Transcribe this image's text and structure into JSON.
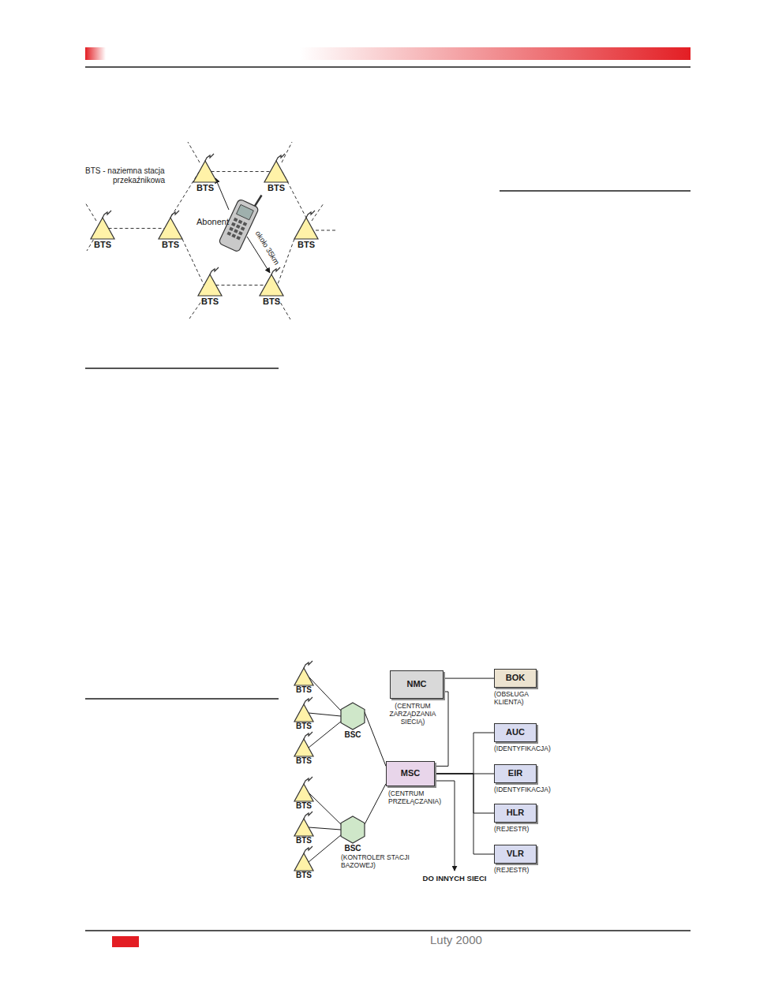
{
  "diagram": {
    "nodes": [
      {
        "text": [
          "BTS"
        ]
      },
      {
        "text": [
          "BTS"
        ]
      },
      {
        "text": [
          "BTS"
        ]
      },
      {
        "text": [
          "BTS"
        ]
      },
      {
        "text": [
          "BTS"
        ]
      },
      {
        "text": [
          "BTS"
        ]
      },
      {
        "text": [
          "BTS"
        ]
      },
      {
        "text": [
          "NMC",
          "(CENTRUM ZARZĄDZANIA SIECIĄ)"
        ]
      },
      {
        "text": [
          "BOK",
          "(OBSŁUGA KLIENTA)"
        ]
      },
      {
        "text": [
          "BTS"
        ]
      },
      {
        "text": [
          "BTS"
        ]
      },
      {
        "text": [
          "BTS"
        ]
      },
      {
        "text": [
          "BSC"
        ]
      },
      {
        "text": [
          "MSC",
          "(CENTRUM PRZEŁĄCZANIA)"
        ]
      },
      {
        "text": [
          "AUC",
          "(IDENTYFIKACJA)"
        ]
      },
      {
        "text": [
          "EIR",
          "(IDENTYFIKACJA)"
        ]
      },
      {
        "text": [
          "HLR",
          "(REJESTR)"
        ]
      },
      {
        "text": [
          "VLR",
          "(REJESTR)"
        ]
      },
      {
        "text": [
          "BTS"
        ]
      },
      {
        "text": [
          "BTS"
        ]
      },
      {
        "text": [
          "BTS"
        ]
      },
      {
        "text": [
          "BSC",
          "(KONTROLER STACJI BAZOWEJ)"
        ]
      }
    ],
    "edges": [
      {
        "from": 0,
        "to": 1,
        "arrow": "none"
      },
      {
        "from": 2,
        "to": 3,
        "arrow": "none"
      },
      {
        "from": 0,
        "to": 3,
        "arrow": "none"
      },
      {
        "from": 1,
        "to": 4,
        "arrow": "none"
      },
      {
        "from": 3,
        "to": 5,
        "arrow": "none"
      },
      {
        "from": 4,
        "to": 6,
        "arrow": "none"
      },
      {
        "from": 5,
        "to": 6,
        "arrow": "none"
      },
      {
        "from": 9,
        "to": 12,
        "arrow": "none"
      },
      {
        "from": 10,
        "to": 12,
        "arrow": "none"
      },
      {
        "from": 11,
        "to": 12,
        "arrow": "none"
      },
      {
        "from": 12,
        "to": 13,
        "arrow": "none"
      },
      {
        "from": 18,
        "to": 21,
        "arrow": "none"
      },
      {
        "from": 19,
        "to": 21,
        "arrow": "none"
      },
      {
        "from": 20,
        "to": 21,
        "arrow": "none"
      },
      {
        "from": 21,
        "to": 13,
        "arrow": "none"
      },
      {
        "from": 7,
        "to": 8,
        "arrow": "none"
      },
      {
        "from": 7,
        "to": 13,
        "arrow": "none"
      },
      {
        "from": 13,
        "to": 14,
        "arrow": "none"
      },
      {
        "from": 13,
        "to": 15,
        "arrow": "none"
      },
      {
        "from": 13,
        "to": 16,
        "arrow": "none"
      },
      {
        "from": 13,
        "to": 17,
        "arrow": "none"
      }
    ],
    "labels": [
      "BTS - naziemna stacja przekaźnikowa",
      "Abonent",
      "około 35km",
      "DO INNYCH SIECI",
      "Luty 2000"
    ]
  }
}
